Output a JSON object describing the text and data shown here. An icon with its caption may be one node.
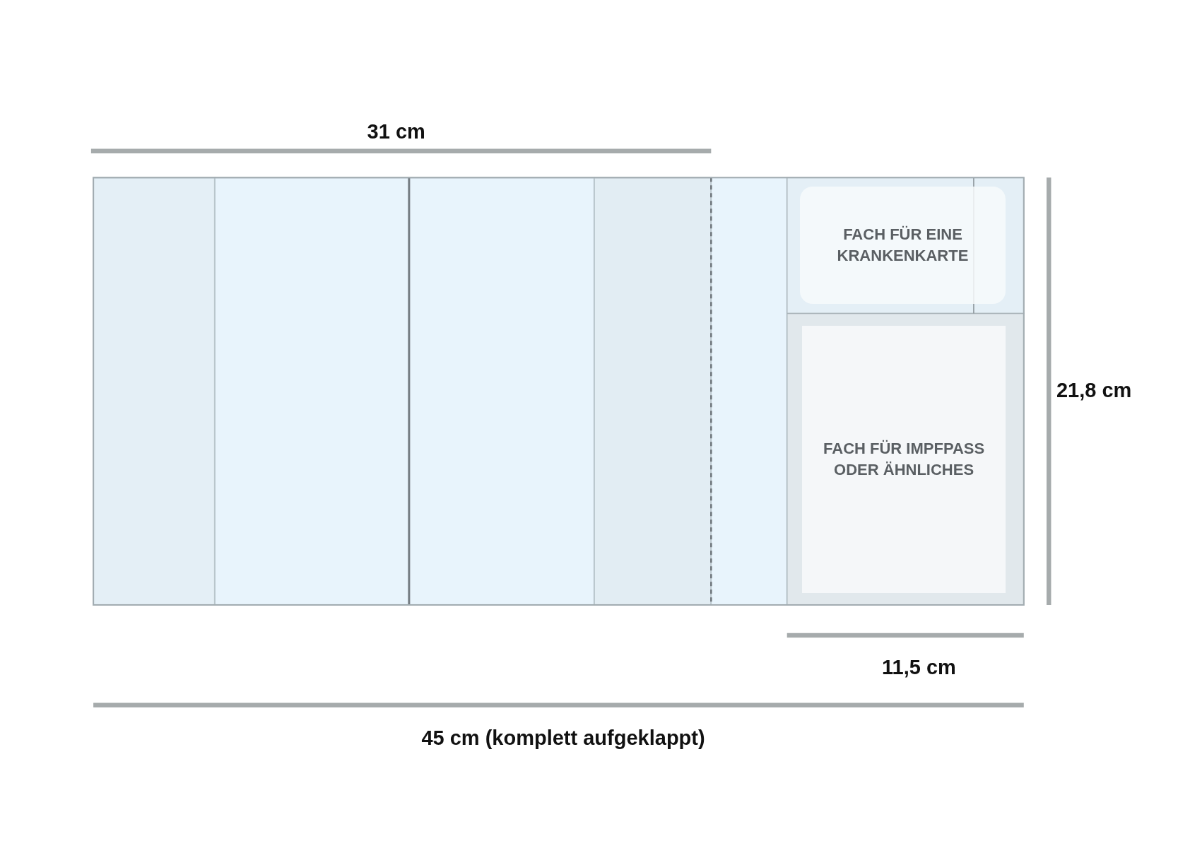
{
  "diagram": {
    "nodes": [
      {
        "text": [
          "FACH FÜR EINE KRANKENKARTE"
        ]
      },
      {
        "text": [
          "FACH FÜR IMPFPASS ODER ÄHNLICHES"
        ]
      }
    ],
    "edges": [],
    "labels": [
      "31 cm",
      "21,8 cm",
      "11,5 cm",
      "45 cm (komplett aufgeklappt)"
    ]
  }
}
